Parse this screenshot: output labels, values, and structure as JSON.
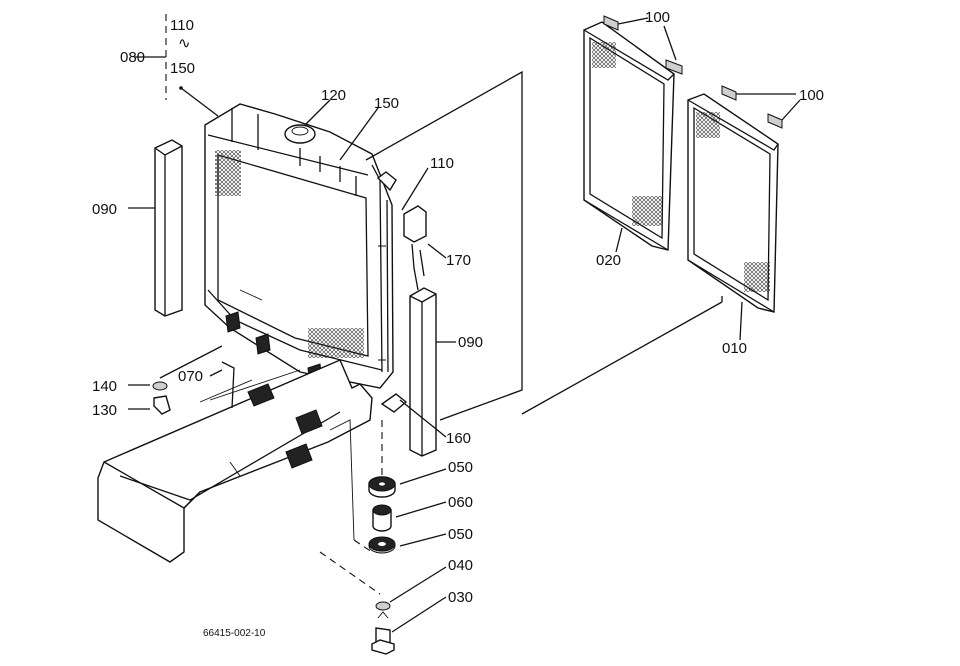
{
  "drawing_number": "66415-002-10",
  "callouts": {
    "c080": "080",
    "c110_top": "110",
    "c_range_sep": "∿",
    "c150_top": "150",
    "c120": "120",
    "c150": "150",
    "c110": "110",
    "c170": "170",
    "c090_left": "090",
    "c090_right": "090",
    "c100_a": "100",
    "c100_b": "100",
    "c020": "020",
    "c010": "010",
    "c140": "140",
    "c130": "130",
    "c070": "070",
    "c160": "160",
    "c050_a": "050",
    "c060": "060",
    "c050_b": "050",
    "c040": "040",
    "c030": "030"
  }
}
